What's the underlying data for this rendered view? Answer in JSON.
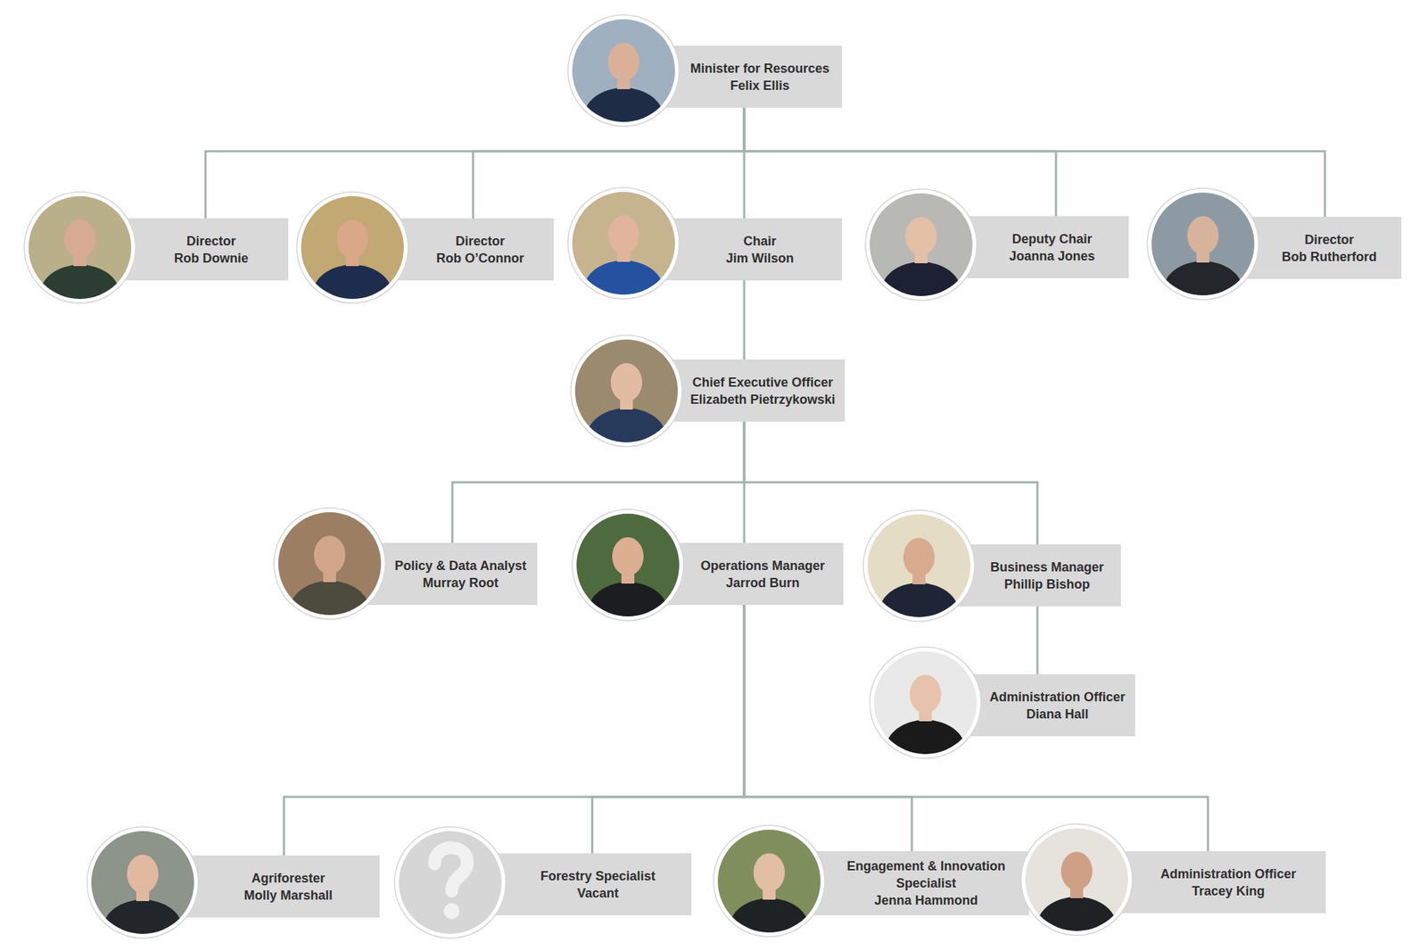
{
  "diagram": {
    "nodes": [
      {
        "text": [
          "Minister for Resources",
          "Felix Ellis"
        ]
      },
      {
        "text": [
          "Director",
          "Rob Downie"
        ]
      },
      {
        "text": [
          "Director",
          "Rob O’Connor"
        ]
      },
      {
        "text": [
          "Chair",
          "Jim Wilson"
        ]
      },
      {
        "text": [
          "Deputy Chair",
          "Joanna Jones"
        ]
      },
      {
        "text": [
          "Director",
          "Bob Rutherford"
        ]
      },
      {
        "text": [
          "Chief Executive Officer",
          "Elizabeth Pietrzykowski"
        ]
      },
      {
        "text": [
          "Policy & Data Analyst",
          "Murray Root"
        ]
      },
      {
        "text": [
          "Operations Manager",
          "Jarrod Burn"
        ]
      },
      {
        "text": [
          "Business Manager",
          "Phillip Bishop"
        ]
      },
      {
        "text": [
          "Administration Officer",
          "Diana Hall"
        ]
      },
      {
        "text": [
          "Agriforester",
          "Molly Marshall"
        ]
      },
      {
        "text": [
          "Forestry Specialist",
          "Vacant"
        ]
      },
      {
        "text": [
          "Engagement & Innovation Specialist",
          "Jenna Hammond"
        ]
      },
      {
        "text": [
          "Administration Officer",
          "Tracey King"
        ]
      }
    ],
    "edges": [
      {
        "from": 0,
        "to": 1,
        "arrow": "none"
      },
      {
        "from": 0,
        "to": 2,
        "arrow": "none"
      },
      {
        "from": 0,
        "to": 3,
        "arrow": "none"
      },
      {
        "from": 0,
        "to": 4,
        "arrow": "none"
      },
      {
        "from": 0,
        "to": 5,
        "arrow": "none"
      },
      {
        "from": 3,
        "to": 6,
        "arrow": "none"
      },
      {
        "from": 6,
        "to": 7,
        "arrow": "none"
      },
      {
        "from": 6,
        "to": 8,
        "arrow": "none"
      },
      {
        "from": 6,
        "to": 9,
        "arrow": "none"
      },
      {
        "from": 9,
        "to": 10,
        "arrow": "none"
      },
      {
        "from": 8,
        "to": 11,
        "arrow": "none"
      },
      {
        "from": 8,
        "to": 12,
        "arrow": "none"
      },
      {
        "from": 8,
        "to": 13,
        "arrow": "none"
      },
      {
        "from": 8,
        "to": 14,
        "arrow": "none"
      }
    ]
  }
}
